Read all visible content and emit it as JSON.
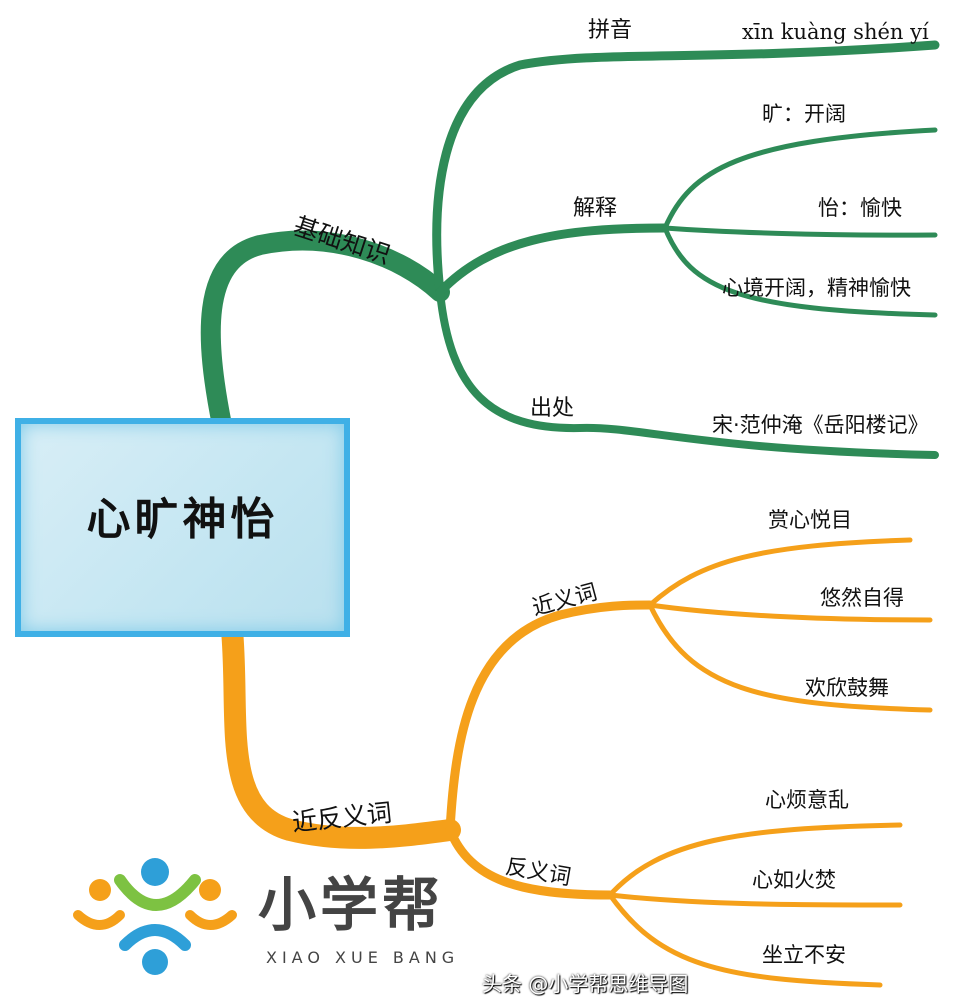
{
  "center": {
    "title": "心旷神怡"
  },
  "colors": {
    "basic_branch": "#2e8b57",
    "synonym_branch": "#f5a01a",
    "frame": "#3fb0e6"
  },
  "branches": {
    "basic": {
      "label": "基础知识",
      "pinyin": {
        "label": "拼音",
        "leaf": "xīn kuàng shén yí"
      },
      "explain": {
        "label": "解释",
        "leaves": [
          "旷：开阔",
          "怡：愉快",
          "心境开阔，精神愉快"
        ]
      },
      "source": {
        "label": "出处",
        "leaf": "宋·范仲淹《岳阳楼记》"
      }
    },
    "words": {
      "label": "近反义词",
      "synonyms": {
        "label": "近义词",
        "leaves": [
          "赏心悦目",
          "悠然自得",
          "欢欣鼓舞"
        ]
      },
      "antonyms": {
        "label": "反义词",
        "leaves": [
          "心烦意乱",
          "心如火焚",
          "坐立不安"
        ]
      }
    }
  },
  "logo": {
    "name": "小学帮",
    "subtitle": "XIAO XUE BANG"
  },
  "watermark": "头条 @小学帮思维导图"
}
